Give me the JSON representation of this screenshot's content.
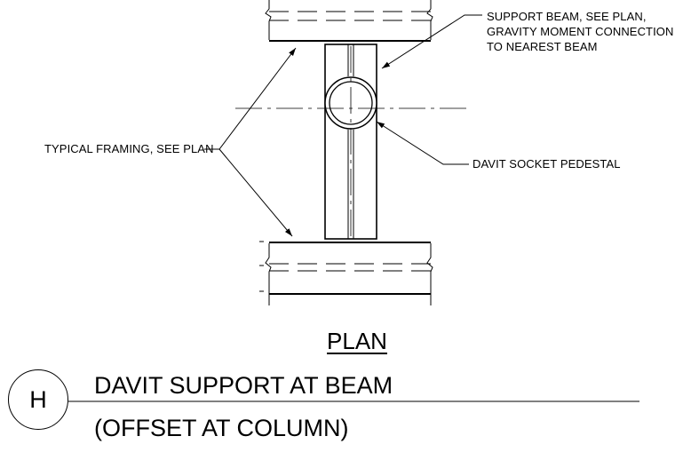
{
  "notes": {
    "support_beam": [
      "SUPPORT BEAM, SEE PLAN,",
      "GRAVITY MOMENT CONNECTION",
      "TO NEAREST BEAM"
    ],
    "typical_framing": "TYPICAL FRAMING, SEE PLAN",
    "davit_socket": "DAVIT SOCKET PEDESTAL"
  },
  "view_label": "PLAN",
  "detail": {
    "letter": "H",
    "title_line1": "DAVIT SUPPORT AT BEAM",
    "title_line2": "(OFFSET AT COLUMN)"
  }
}
